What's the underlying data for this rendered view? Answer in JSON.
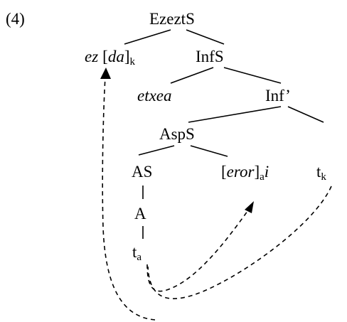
{
  "example_number": "(4)",
  "nodes": {
    "ezezts": "EzeztS",
    "ez": "ez",
    "da_open": "[",
    "da": "da",
    "da_close": "]",
    "k_sub": "k",
    "infs": "InfS",
    "etxea": "etxea",
    "inf_bar": "Inf’",
    "asps": "AspS",
    "t_base": "t",
    "t_k_sub": "k",
    "as": "AS",
    "eror_open": "[",
    "eror": "eror",
    "eror_close": "]",
    "a_sub": "a",
    "i": "i",
    "a": "A",
    "t_a": "t",
    "t_a_sub": "a"
  }
}
